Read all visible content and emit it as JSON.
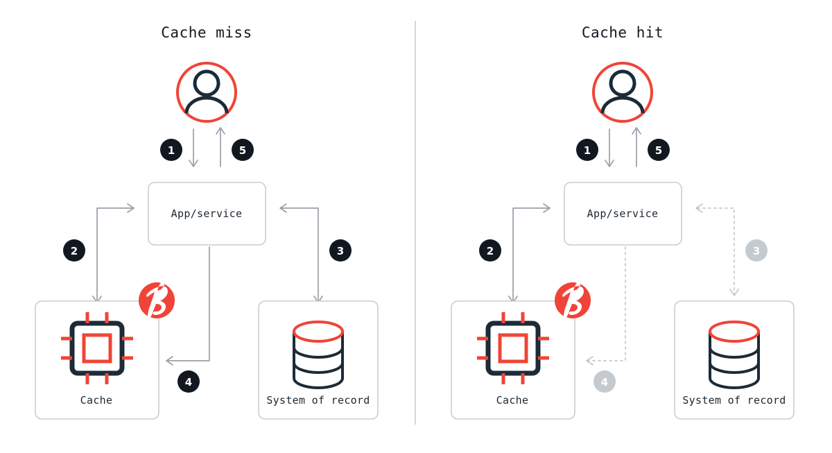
{
  "colors": {
    "red": "#f04438",
    "navy": "#111820",
    "dim_gray": "#c4cace",
    "line_gray": "#9aa1a8",
    "box_border": "#c9cdd1",
    "background": "#ffffff"
  },
  "panels": [
    {
      "id": "cache-miss",
      "title": "Cache miss",
      "nodes": {
        "user": "user-avatar",
        "app": "App/service",
        "cache": "Cache",
        "sor": "System of record"
      },
      "steps": [
        {
          "number": "1",
          "state": "active",
          "from": "user",
          "to": "app"
        },
        {
          "number": "2",
          "state": "active",
          "from": "cache",
          "to": "app"
        },
        {
          "number": "3",
          "state": "active",
          "from": "app",
          "to": "sor"
        },
        {
          "number": "4",
          "state": "active",
          "from": "app",
          "to": "cache"
        },
        {
          "number": "5",
          "state": "active",
          "from": "app",
          "to": "user"
        }
      ]
    },
    {
      "id": "cache-hit",
      "title": "Cache hit",
      "nodes": {
        "user": "user-avatar",
        "app": "App/service",
        "cache": "Cache",
        "sor": "System of record"
      },
      "steps": [
        {
          "number": "1",
          "state": "active",
          "from": "user",
          "to": "app"
        },
        {
          "number": "2",
          "state": "active",
          "from": "cache",
          "to": "app"
        },
        {
          "number": "3",
          "state": "inactive",
          "from": "app",
          "to": "sor"
        },
        {
          "number": "4",
          "state": "inactive",
          "from": "app",
          "to": "cache"
        },
        {
          "number": "5",
          "state": "active",
          "from": "app",
          "to": "user"
        }
      ]
    }
  ],
  "icons": {
    "user": "user-avatar-icon",
    "cache": "cpu-chip-icon",
    "database": "database-cylinder-icon",
    "brand": "redis-logo-icon"
  }
}
